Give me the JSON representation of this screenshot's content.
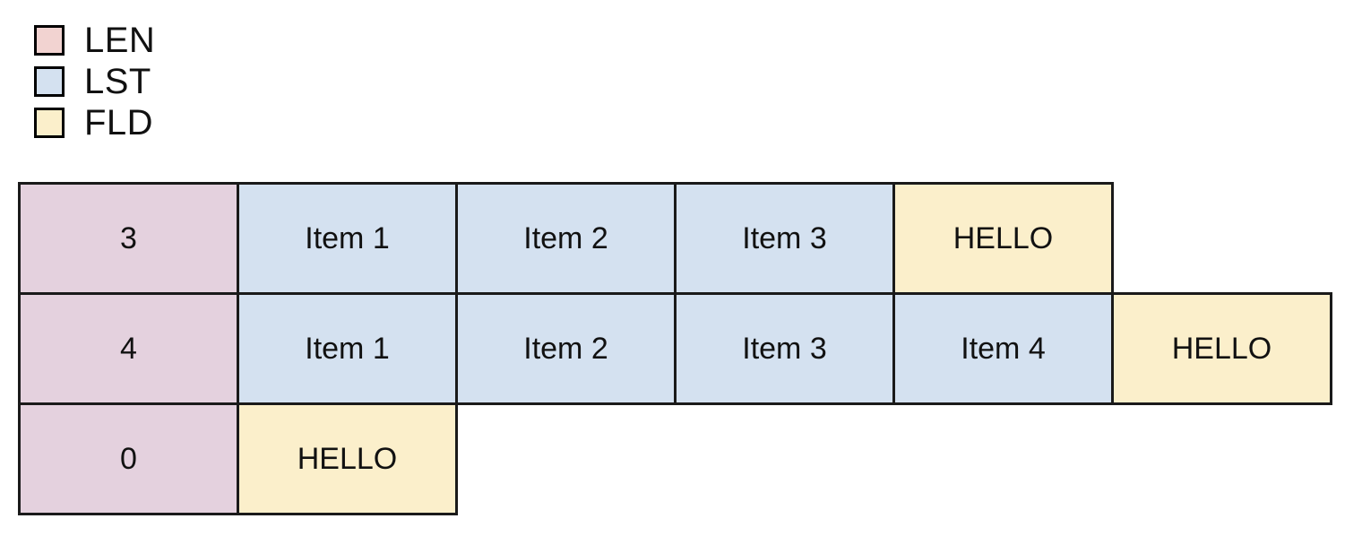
{
  "legend": {
    "items": [
      {
        "label": "LEN",
        "color": "#f2d3d1"
      },
      {
        "label": "LST",
        "color": "#d4e1f0"
      },
      {
        "label": "FLD",
        "color": "#fbefcb"
      }
    ]
  },
  "palette": {
    "len_fill": "#e4d1de",
    "lst_fill": "#d4e1f0",
    "fld_fill": "#fbefcb",
    "border": "#1a1a1a",
    "background": "#ffffff",
    "text": "#111111"
  },
  "table": {
    "rows": [
      {
        "cells": [
          {
            "text": "3",
            "kind": "len"
          },
          {
            "text": "Item 1",
            "kind": "lst"
          },
          {
            "text": "Item 2",
            "kind": "lst"
          },
          {
            "text": "Item 3",
            "kind": "lst"
          },
          {
            "text": "HELLO",
            "kind": "fld"
          }
        ]
      },
      {
        "cells": [
          {
            "text": "4",
            "kind": "len"
          },
          {
            "text": "Item 1",
            "kind": "lst"
          },
          {
            "text": "Item 2",
            "kind": "lst"
          },
          {
            "text": "Item 3",
            "kind": "lst"
          },
          {
            "text": "Item 4",
            "kind": "lst"
          },
          {
            "text": "HELLO",
            "kind": "fld"
          }
        ]
      },
      {
        "cells": [
          {
            "text": "0",
            "kind": "len"
          },
          {
            "text": "HELLO",
            "kind": "fld"
          }
        ]
      }
    ]
  }
}
